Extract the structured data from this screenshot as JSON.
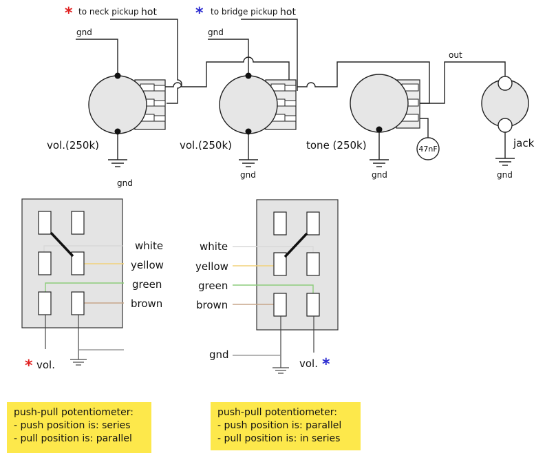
{
  "wiring": {
    "neck_label": "to neck pickup",
    "bridge_label": "to bridge pickup",
    "hot_neck": "hot",
    "hot_bridge": "hot",
    "gnd_neck": "gnd",
    "gnd_bridge": "gnd",
    "out_label": "out",
    "vol1_label": "vol.(250k)",
    "vol2_label": "vol.(250k)",
    "tone_label": "tone (250k)",
    "cap_label": "47nF",
    "jack_label": "jack",
    "gnd_vol1": "gnd",
    "gnd_vol2": "gnd",
    "gnd_tone": "gnd",
    "gnd_jack": "gnd",
    "star_neck": "*",
    "star_bridge": "*"
  },
  "switch_left": {
    "white": "white",
    "yellow": "yellow",
    "green": "green",
    "brown": "brown",
    "star": "*",
    "vol": "vol."
  },
  "switch_right": {
    "white": "white",
    "yellow": "yellow",
    "green": "green",
    "brown": "brown",
    "gnd": "gnd",
    "vol": "vol.",
    "star": "*"
  },
  "notes": {
    "left": {
      "title": "push-pull potentiometer:",
      "line1": "- push position is: series",
      "line2": "- pull position is: parallel"
    },
    "right": {
      "title": "push-pull potentiometer:",
      "line1": "- push position is: parallel",
      "line2": "- pull position is: in series"
    }
  },
  "colors": {
    "star_red": "#e02020",
    "star_blue": "#2a2ad0",
    "white_wire": "#d8d8d8",
    "yellow_wire": "#f2d27a",
    "green_wire": "#8ccc7a",
    "brown_wire": "#c7a58a",
    "pot_fill": "#e6e6e6",
    "note_bg": "#fde84b"
  }
}
